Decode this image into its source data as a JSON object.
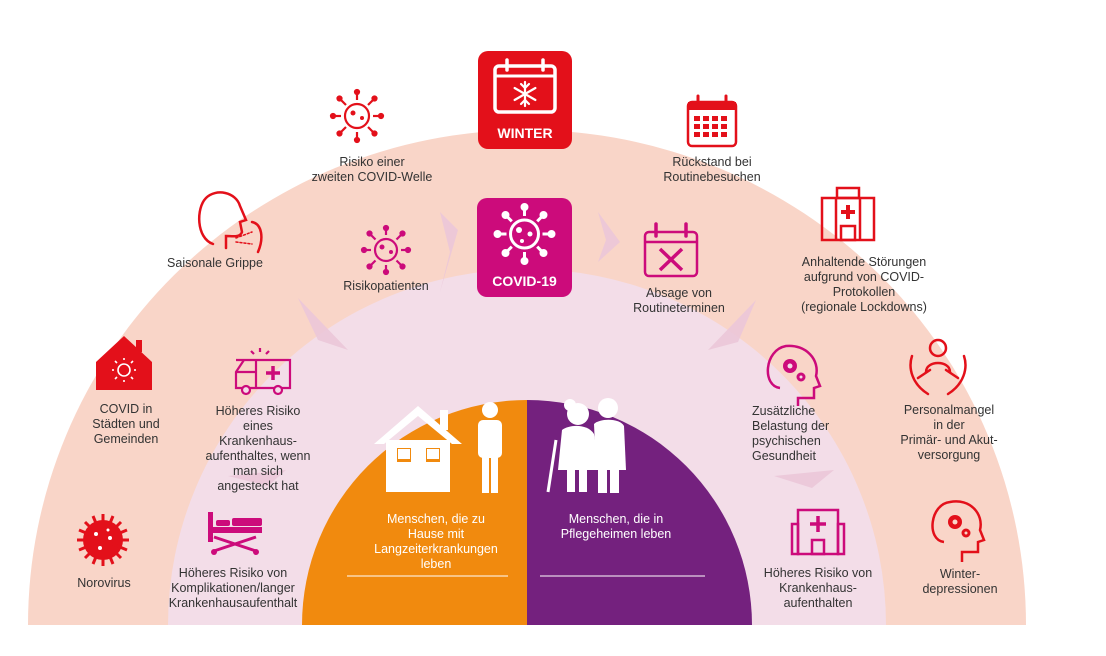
{
  "center": {
    "winter_label": "WINTER",
    "covid_label": "COVID-19"
  },
  "outer_ring": {
    "zweite_welle": "Risiko einer\n zweiten COVID-Welle",
    "rueckstand": "Rückstand bei\nRoutinebesuchen",
    "grippe": "Saisonale Grippe",
    "stoerungen": "Anhaltende Störungen\naufgrund von COVID-\nProtokollen\n(regionale Lockdowns)",
    "covid_staedte": "COVID in\nStädten und\nGemeinden",
    "personalmangel": "Personalmangel\nin der\nPrimär- und Akut-\nversorgung",
    "norovirus": "Norovirus",
    "winterdepressionen": "Winter-\ndepressionen"
  },
  "middle_ring": {
    "risikopatienten": "Risikopatienten",
    "absage": "Absage von\nRoutineterminen",
    "hoeheres_risiko_aufenthalt": "Höheres Risiko\neines\nKrankenhaus-\naufenthaltes, wenn\nman sich\nangesteckt hat",
    "psychische": "Zusätzliche\nBelastung der\npsychischen\nGesundheit",
    "komplikationen": "Höheres Risiko von\nKomplikationen/langer\nKrankenhausaufenthalt",
    "krankenhaus": "Höheres Risiko von\nKrankenhaus-\naufenthalten"
  },
  "inner": {
    "zu_hause": "Menschen, die zu\nHause mit\nLangzeiterkrankungen\nleben",
    "pflegeheim": "Menschen, die in\nPflegeheimen leben"
  },
  "colors": {
    "outer_ring": "#f9d5c8",
    "middle_ring": "#f3dde8",
    "orange": "#f18a0e",
    "purple": "#74217e",
    "red": "#e3101a",
    "magenta": "#cc0b7b"
  }
}
